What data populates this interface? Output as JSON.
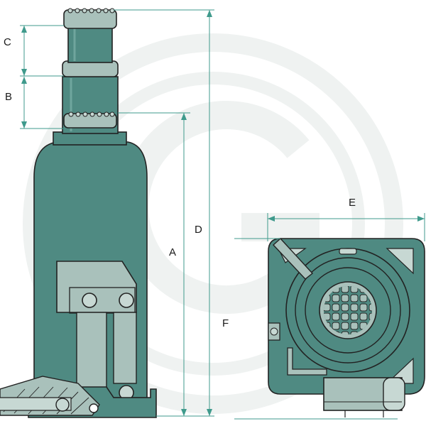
{
  "labels": {
    "a": "A",
    "b": "B",
    "c": "C",
    "d": "D",
    "e": "E",
    "f": "F"
  },
  "colors": {
    "body": "#4f8a82",
    "body_dark": "#3f7770",
    "plate": "#a9c1bb",
    "plate_light": "#c7d8d3",
    "dimension_line": "#3f9a8c",
    "watermark": "#eef1f0"
  },
  "icons": {
    "watermark": "circle-g-logo"
  }
}
